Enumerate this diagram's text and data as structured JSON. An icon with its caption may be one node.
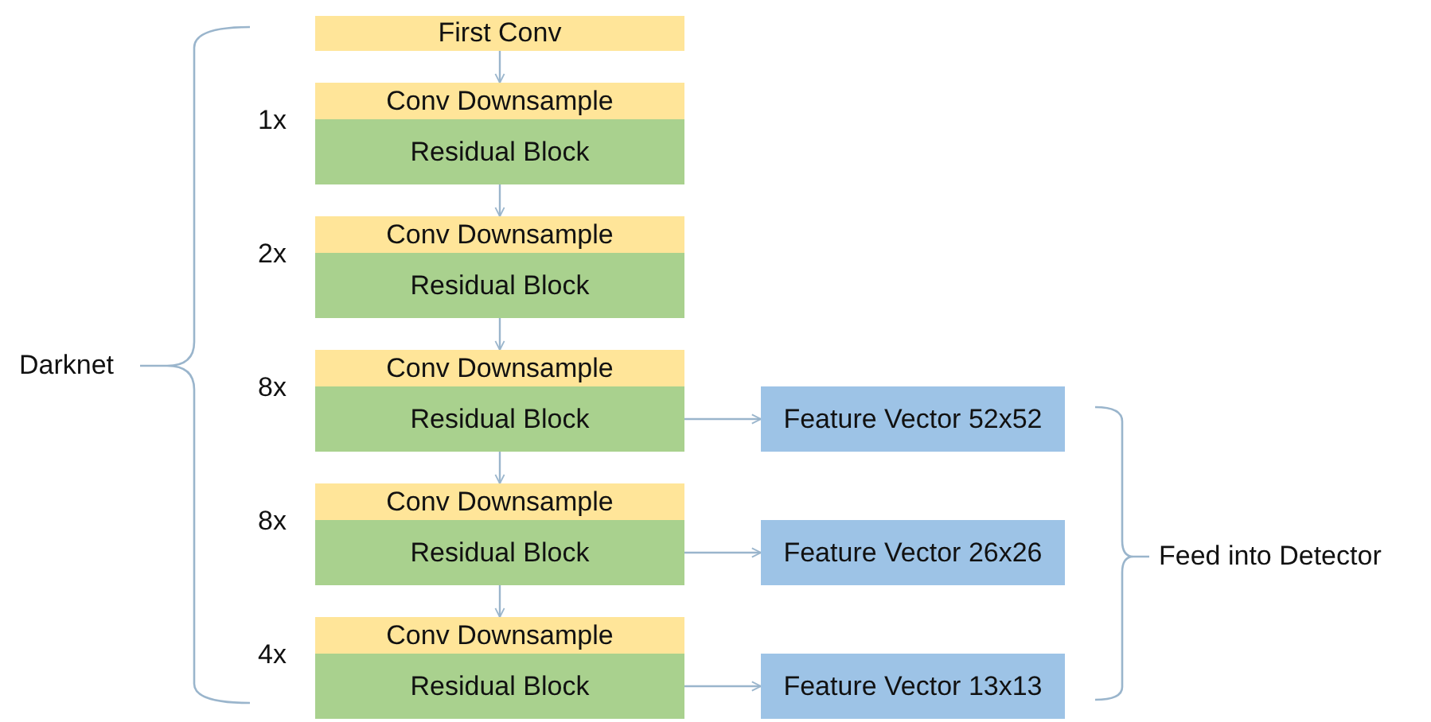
{
  "diagram": {
    "nodes": [
      {
        "text": [
          "First Conv"
        ]
      },
      {
        "text": [
          "Conv Downsample"
        ]
      },
      {
        "text": [
          "Residual Block"
        ],
        "beside": [
          "1x"
        ]
      },
      {
        "text": [
          "Conv Downsample"
        ]
      },
      {
        "text": [
          "Residual Block"
        ],
        "beside": [
          "2x"
        ]
      },
      {
        "text": [
          "Conv Downsample"
        ]
      },
      {
        "text": [
          "Residual Block"
        ],
        "beside": [
          "8x"
        ]
      },
      {
        "text": [
          "Feature Vector 52x52"
        ]
      },
      {
        "text": [
          "Conv Downsample"
        ]
      },
      {
        "text": [
          "Residual Block"
        ],
        "beside": [
          "8x"
        ]
      },
      {
        "text": [
          "Feature Vector 26x26"
        ]
      },
      {
        "text": [
          "Conv Downsample"
        ]
      },
      {
        "text": [
          "Residual Block"
        ],
        "beside": [
          "4x"
        ]
      },
      {
        "text": [
          "Feature Vector 13x13"
        ]
      }
    ],
    "edges": [
      {
        "from": 0,
        "to": 1,
        "arrow": "to"
      },
      {
        "from": 2,
        "to": 3,
        "arrow": "to"
      },
      {
        "from": 4,
        "to": 5,
        "arrow": "to"
      },
      {
        "from": 6,
        "to": 7,
        "arrow": "to"
      },
      {
        "from": 6,
        "to": 8,
        "arrow": "to"
      },
      {
        "from": 9,
        "to": 10,
        "arrow": "to"
      },
      {
        "from": 9,
        "to": 11,
        "arrow": "to"
      },
      {
        "from": 12,
        "to": 13,
        "arrow": "to"
      }
    ],
    "labels": [
      "Darknet",
      "Feed into Detector"
    ]
  }
}
